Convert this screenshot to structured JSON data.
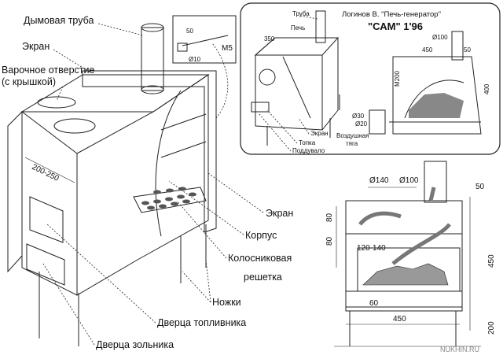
{
  "labels": {
    "chimney": "Дымовая труба",
    "screen_top": "Экран",
    "cooking_hole_1": "Варочное отверстие",
    "cooking_hole_2": "(с крышкой)",
    "screen": "Экран",
    "body": "Корпус",
    "grate_1": "Колосниковая",
    "grate_2": "решетка",
    "legs": "Ножки",
    "fuel_door": "Дверца топливника",
    "ash_door": "Дверца зольника"
  },
  "main_dims": {
    "width": "200-250"
  },
  "bolt": {
    "length": "50",
    "diameter": "Ø10",
    "thread": "M5"
  },
  "inset": {
    "author": "Логинов В. \"Печь-генератор\"",
    "model": "\"САМ\" 1'96",
    "pipe": "Труба",
    "stove": "Печь",
    "screen": "Экран",
    "firebox": "Топка",
    "blower": "Поддувало",
    "air_draft_1": "Воздушная",
    "air_draft_2": "тяга",
    "d_top": "Ø100",
    "d_mid": "Ø30",
    "d_low": "Ø20",
    "m200": "M200",
    "w450": "450",
    "w50": "50",
    "h400": "400",
    "w350": "350"
  },
  "section": {
    "d140": "Ø140",
    "d100": "Ø100",
    "w50": "50",
    "h80a": "80",
    "h80b": "80",
    "gap": "120-140",
    "w60": "60",
    "h450": "450",
    "h200": "200",
    "w450": "450"
  },
  "watermark": "NUKHIN.RU"
}
